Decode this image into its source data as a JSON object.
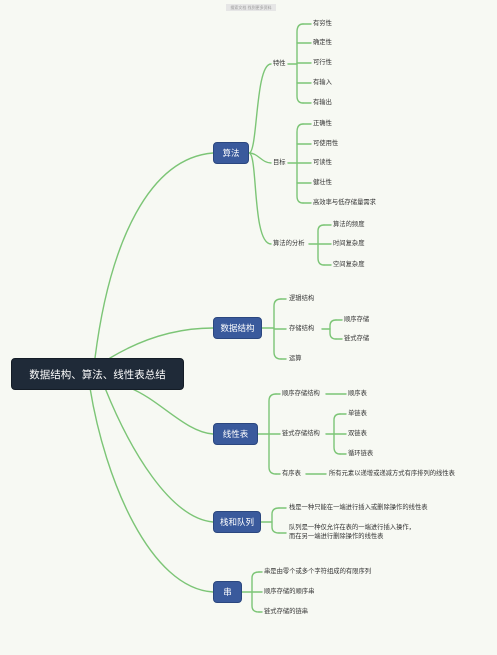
{
  "watermark": "搜索文档  找到更多资料",
  "root": "数据结构、算法、线性表总结",
  "colors": {
    "line": "#7cc576",
    "branch": "#3a5a9c",
    "root": "#1f2a38",
    "background": "#f7f9f3"
  },
  "branches": {
    "algo": {
      "label": "算法",
      "sub": {
        "trait": {
          "label": "特性",
          "items": [
            "有穷性",
            "确定性",
            "可行性",
            "有输入",
            "有输出"
          ]
        },
        "goal": {
          "label": "目标",
          "items": [
            "正确性",
            "可使用性",
            "可读性",
            "健壮性",
            "高效率与低存储量需求"
          ]
        },
        "analysis": {
          "label": "算法的分析",
          "items": [
            "算法的频度",
            "时间复杂度",
            "空间复杂度"
          ]
        }
      }
    },
    "ds": {
      "label": "数据结构",
      "sub": {
        "logical": "逻辑结构",
        "storage": {
          "label": "存储结构",
          "items": [
            "顺序存储",
            "链式存储"
          ]
        },
        "ops": "运算"
      }
    },
    "list": {
      "label": "线性表",
      "sub": {
        "seq": {
          "label": "顺序存储结构",
          "items": [
            "顺序表"
          ]
        },
        "linked": {
          "label": "链式存储结构",
          "items": [
            "单链表",
            "双链表",
            "循环链表"
          ]
        },
        "ordered": {
          "label": "有序表",
          "items": [
            "所有元素以递增或递减方式有序排列的线性表"
          ]
        }
      }
    },
    "sq": {
      "label": "栈和队列",
      "items": [
        "栈是一种只能在一端进行插入或删除操作的线性表",
        "队列是一种仅允许在表的一端进行插入操作，",
        "而在另一端进行删除操作的线性表"
      ]
    },
    "str": {
      "label": "串",
      "items": [
        "串是由零个或多个字符组成的有限序列",
        "顺序存储的顺序串",
        "链式存储的链串"
      ]
    }
  }
}
